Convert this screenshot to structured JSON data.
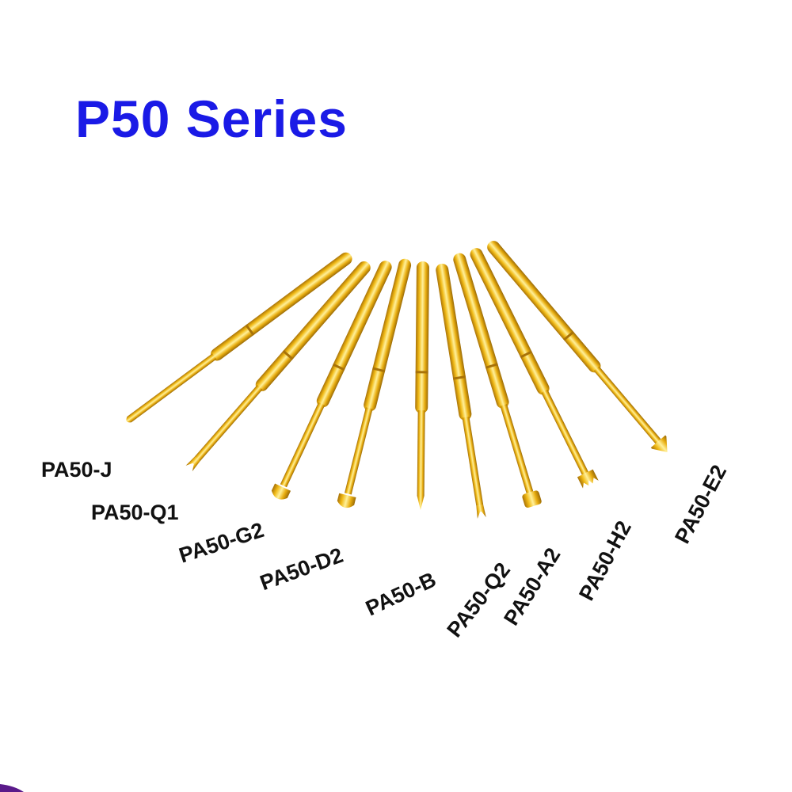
{
  "title": "P50 Series",
  "colors": {
    "title": "#1a1ae6",
    "gold": "#f2c21a",
    "gold_dark": "#b8860b",
    "gold_light": "#fff3a0"
  },
  "probes": [
    {
      "label": "PA50-J",
      "tip": "round"
    },
    {
      "label": "PA50-Q1",
      "tip": "fork"
    },
    {
      "label": "PA50-G2",
      "tip": "dome"
    },
    {
      "label": "PA50-D2",
      "tip": "dome"
    },
    {
      "label": "PA50-B",
      "tip": "point"
    },
    {
      "label": "PA50-Q2",
      "tip": "fork"
    },
    {
      "label": "PA50-A2",
      "tip": "flat"
    },
    {
      "label": "PA50-H2",
      "tip": "crown"
    },
    {
      "label": "PA50-E2",
      "tip": "cone"
    }
  ]
}
